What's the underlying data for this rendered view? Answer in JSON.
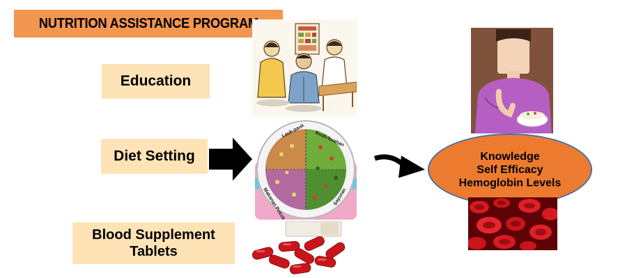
{
  "title": "NUTRITION ASSISTANCE PROGRAM",
  "inputs": {
    "education": "Education",
    "diet_setting": "Diet Setting",
    "blood_line1": "Blood Supplement",
    "blood_line2": "Tablets"
  },
  "outcome": {
    "line1": "Knowledge",
    "line2": "Self Efficacy",
    "line3": "Hemoglobin Levels"
  },
  "plate_labels": {
    "q1": "Lauk-pauk",
    "q2": "Buah-buahan",
    "q3": "Makanan Pokok",
    "q4": "Sayuran"
  },
  "colors": {
    "title_bg": "#f3964f",
    "label_bg": "#fde3b5",
    "outcome_bg": "#ed7b2f",
    "arrow": "#000000"
  }
}
